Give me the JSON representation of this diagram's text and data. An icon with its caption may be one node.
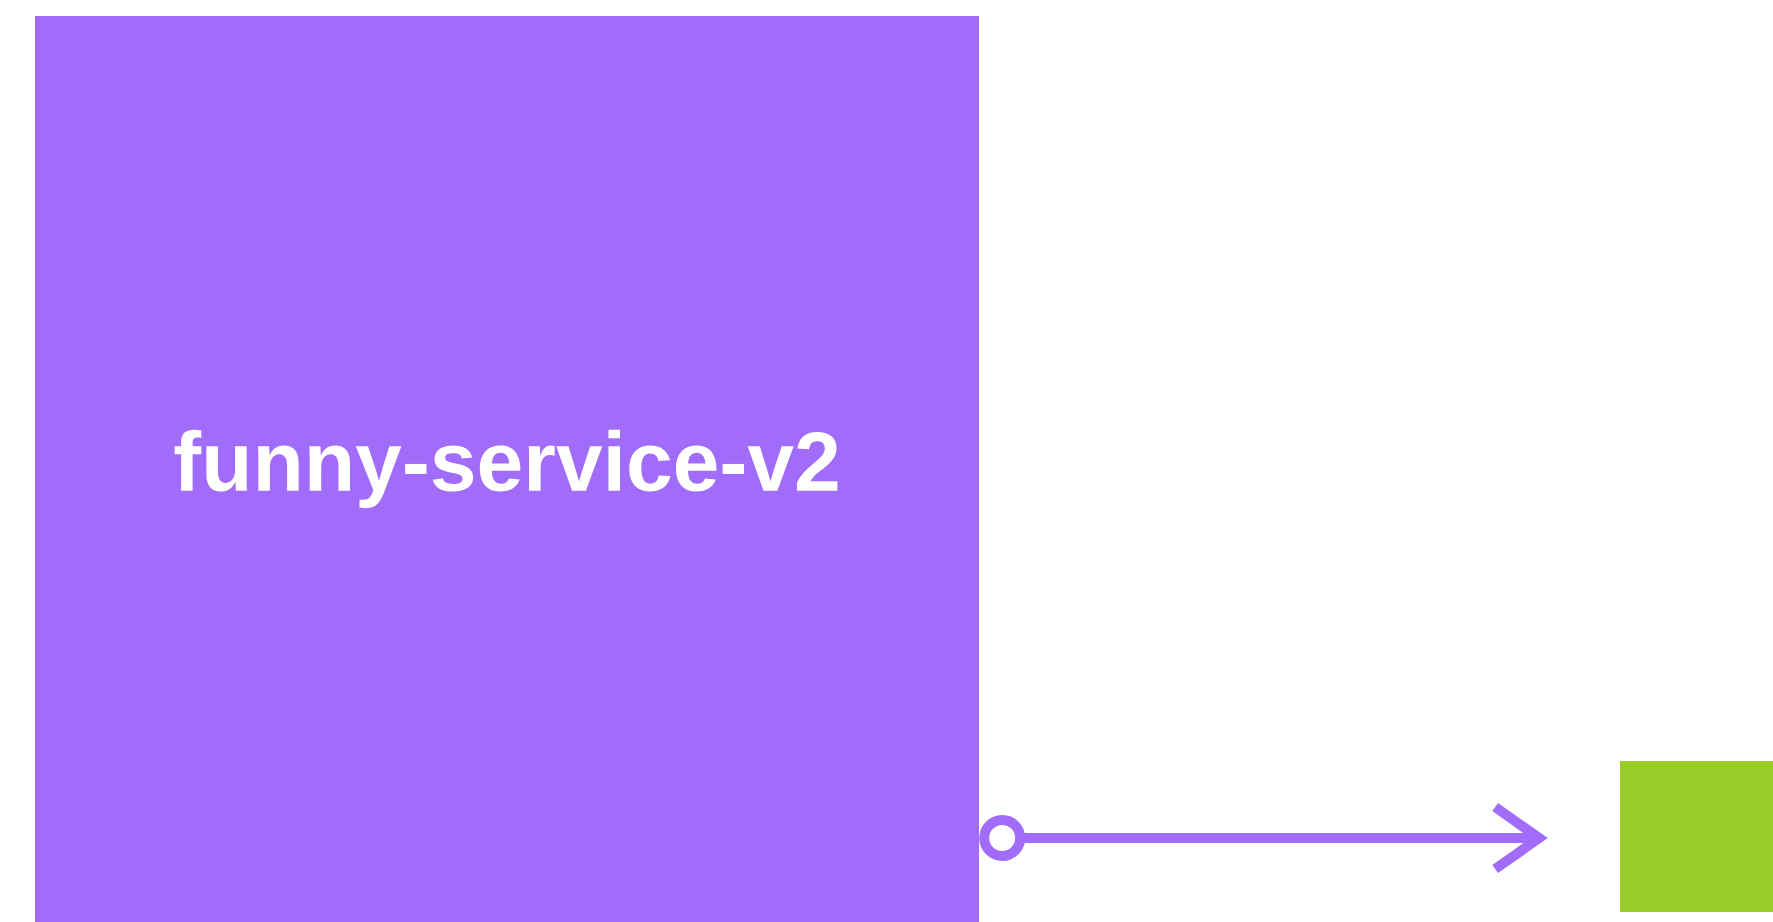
{
  "diagram": {
    "nodes": [
      {
        "text": [
          "funny-service-v2"
        ]
      },
      {
        "text": [],
        "shape": "box"
      }
    ],
    "edges": [
      {
        "from": 0,
        "to": 1,
        "arrow": "to"
      }
    ]
  }
}
